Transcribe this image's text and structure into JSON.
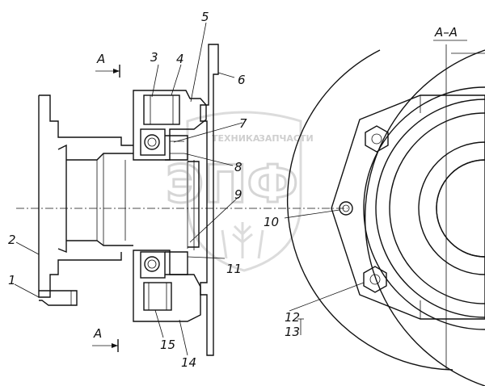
{
  "section_label": "A–A",
  "section_marker_top": "A",
  "section_marker_bottom": "A",
  "callouts": [
    "1",
    "2",
    "3",
    "4",
    "5",
    "6",
    "7",
    "8",
    "9",
    "10",
    "11",
    "12",
    "13",
    "14",
    "15"
  ],
  "watermark": {
    "logo": "ЭПФ",
    "text_left": "ТЕХНИКА",
    "text_right": "ЗАПЧАСТИ"
  },
  "colors": {
    "line": "#111111",
    "watermark": "#d0d0d0",
    "background": "#ffffff"
  }
}
